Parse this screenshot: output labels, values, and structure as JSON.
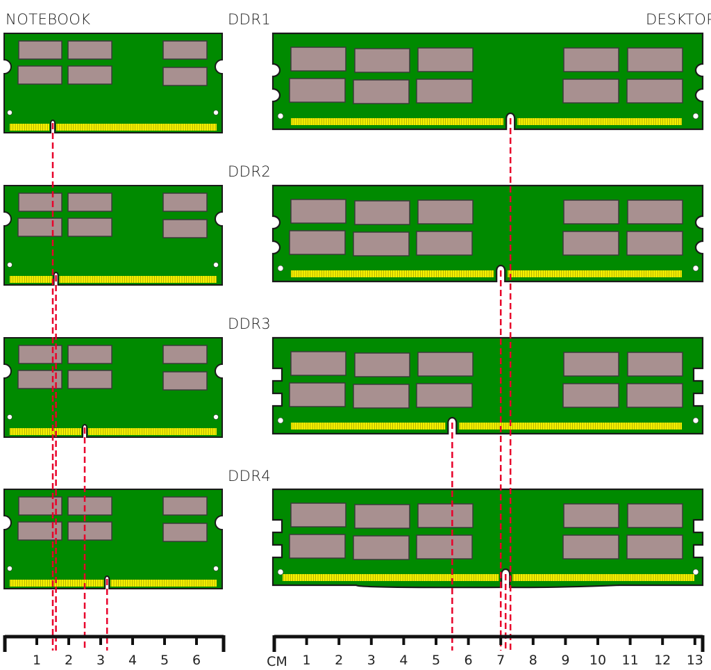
{
  "headings": {
    "notebook": "NOTEBOOK",
    "desktop": "DESKTOP"
  },
  "generations": [
    {
      "name": "DDR1",
      "notebook_notch_cm": 1.5,
      "desktop_notch_cm": 7.3,
      "desktop_side_notch": "round",
      "desktop_edge": "flat"
    },
    {
      "name": "DDR2",
      "notebook_notch_cm": 1.6,
      "desktop_notch_cm": 7.0,
      "desktop_side_notch": "round",
      "desktop_edge": "flat"
    },
    {
      "name": "DDR3",
      "notebook_notch_cm": 2.5,
      "desktop_notch_cm": 5.5,
      "desktop_side_notch": "square",
      "desktop_edge": "flat"
    },
    {
      "name": "DDR4",
      "notebook_notch_cm": 3.2,
      "desktop_notch_cm": 7.15,
      "desktop_side_notch": "square",
      "desktop_edge": "curved"
    }
  ],
  "rulers": {
    "notebook": {
      "unit_label": "",
      "ticks": [
        "1",
        "2",
        "3",
        "4",
        "5",
        "6"
      ]
    },
    "desktop": {
      "unit_label": "CM",
      "ticks": [
        "1",
        "2",
        "3",
        "4",
        "5",
        "6",
        "7",
        "8",
        "9",
        "10",
        "11",
        "12",
        "13"
      ]
    }
  },
  "colors": {
    "pcb": "#008a00",
    "pcb_border": "#1a1a1a",
    "chip": "#a89090",
    "pins": "#f5f000",
    "guide": "#e8002a",
    "ruler": "#111111"
  }
}
